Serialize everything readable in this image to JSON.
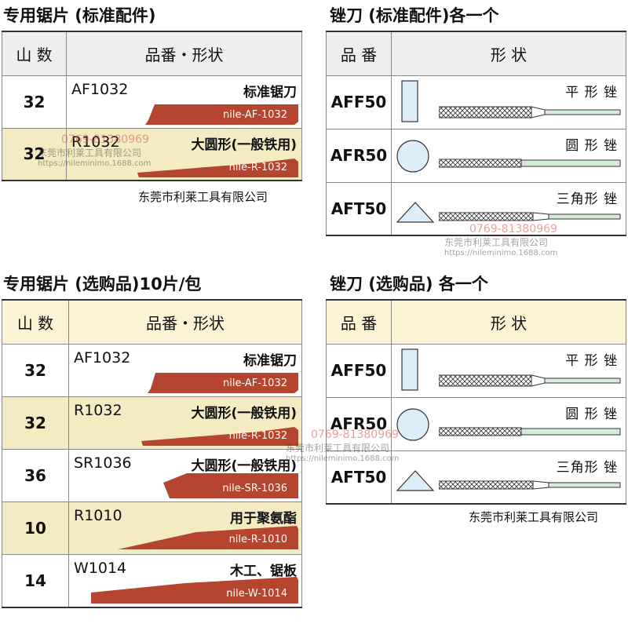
{
  "std_blades": {
    "title": "专用锯片 (标准配件)",
    "headers": [
      "山 数",
      "品番・形状"
    ],
    "rows": [
      {
        "teeth": "32",
        "code": "AF1032",
        "desc": "标准锯刀",
        "label": "nile-AF-1032"
      },
      {
        "teeth": "32",
        "code": "R1032",
        "desc": "大圆形(一般铁用)",
        "label": "nile-R-1032"
      }
    ],
    "company": "东莞市利莱工具有限公司"
  },
  "std_files": {
    "title": "锉刀 (标准配件)各一个",
    "headers": [
      "品 番",
      "形 状"
    ],
    "rows": [
      {
        "code": "AFF50",
        "name": "平  形 锉"
      },
      {
        "code": "AFR50",
        "name": "圆  形 锉"
      },
      {
        "code": "AFT50",
        "name": "三角形 锉"
      }
    ]
  },
  "opt_blades": {
    "title": "专用锯片 (选购品)10片/包",
    "headers": [
      "山 数",
      "品番・形状"
    ],
    "rows": [
      {
        "teeth": "32",
        "code": "AF1032",
        "desc": "标准锯刀",
        "label": "nile-AF-1032"
      },
      {
        "teeth": "32",
        "code": "R1032",
        "desc": "大圆形(一般铁用)",
        "label": "nile-R-1032"
      },
      {
        "teeth": "36",
        "code": "SR1036",
        "desc": "大圆形(一般铁用)",
        "label": "nile-SR-1036"
      },
      {
        "teeth": "10",
        "code": "R1010",
        "desc": "用于聚氨酯",
        "label": "nile-R-1010"
      },
      {
        "teeth": "14",
        "code": "W1014",
        "desc": "木工、锯板",
        "label": "nile-W-1014"
      }
    ]
  },
  "opt_files": {
    "title": "锉刀 (选购品) 各一个",
    "headers": [
      "品 番",
      "形 状"
    ],
    "rows": [
      {
        "code": "AFF50",
        "name": "平  形 锉"
      },
      {
        "code": "AFR50",
        "name": "圆  形 锉"
      },
      {
        "code": "AFT50",
        "name": "三角形 锉"
      }
    ],
    "company": "东莞市利莱工具有限公司"
  },
  "watermark": {
    "phone": "0769-81380969",
    "company": "东莞市利莱工具有限公司",
    "url": "https://nileminimo.1688.com"
  },
  "colors": {
    "blade": "#b5452f",
    "file_handle": "#d5ecd8",
    "shape_fill": "#dceefa",
    "opt_header": "#fbf3d3"
  }
}
